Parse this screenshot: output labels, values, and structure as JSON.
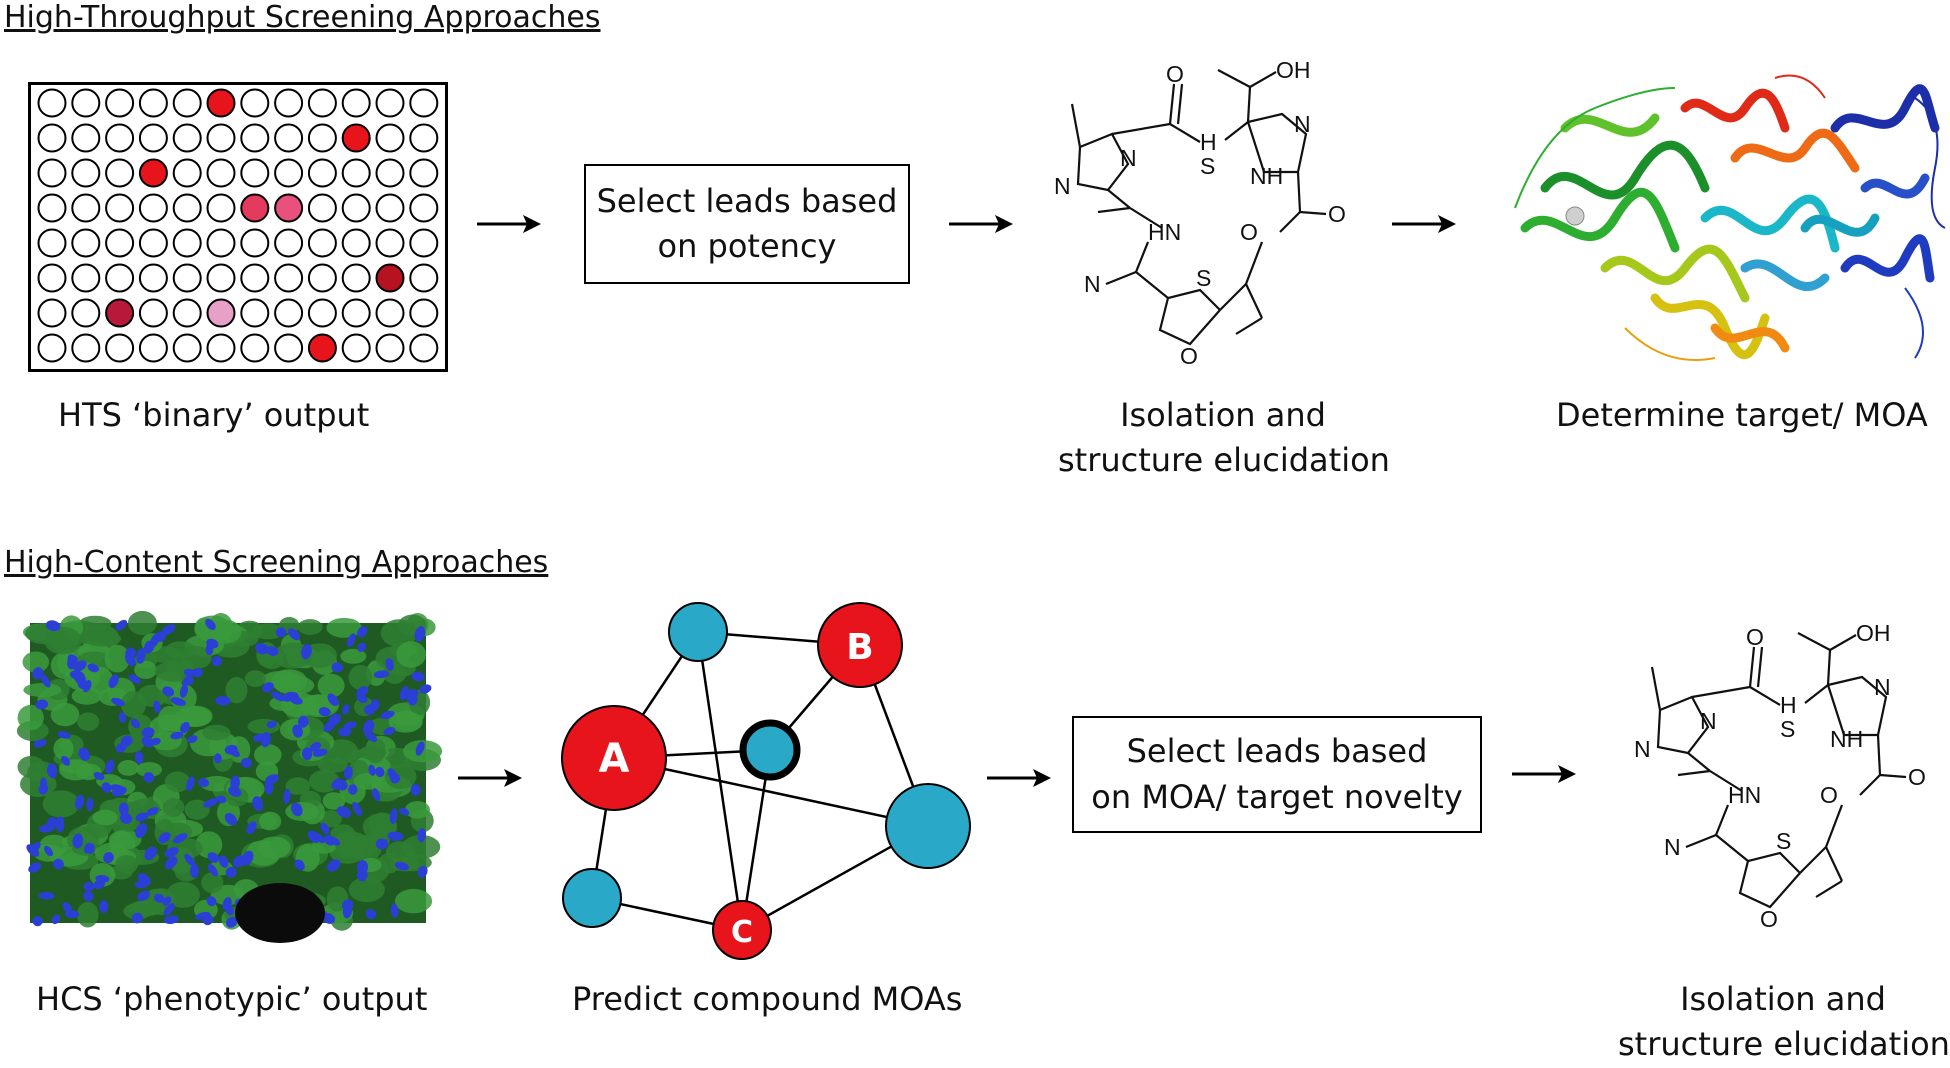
{
  "sections": {
    "hts_heading": "High-Throughput Screening Approaches",
    "hcs_heading": "High-Content Screening Approaches"
  },
  "hts": {
    "plate_caption": "HTS ‘binary’ output",
    "select_box": [
      "Select leads based",
      "on potency"
    ],
    "structure_caption": [
      "Isolation and",
      "structure elucidation"
    ],
    "protein_caption": "Determine target/ MOA",
    "plate": {
      "rows": 8,
      "cols": 12
    },
    "hits": [
      {
        "row": 0,
        "col": 5,
        "color": "#e8141b"
      },
      {
        "row": 1,
        "col": 9,
        "color": "#e8141b"
      },
      {
        "row": 2,
        "col": 3,
        "color": "#e8141b"
      },
      {
        "row": 3,
        "col": 6,
        "color": "#e33a5e"
      },
      {
        "row": 3,
        "col": 7,
        "color": "#e8507e"
      },
      {
        "row": 5,
        "col": 10,
        "color": "#b5131f"
      },
      {
        "row": 6,
        "col": 2,
        "color": "#b8193a"
      },
      {
        "row": 6,
        "col": 5,
        "color": "#e8a0c8"
      },
      {
        "row": 7,
        "col": 8,
        "color": "#e8141b"
      }
    ]
  },
  "hcs": {
    "image_caption": "HCS ‘phenotypic’ output",
    "network_caption": "Predict compound MOAs",
    "select_box": [
      "Select leads based",
      "on MOA/ target novelty"
    ],
    "structure_caption": [
      "Isolation and",
      "structure elucidation"
    ],
    "nodes": {
      "a": "A",
      "b": "B",
      "c": "C"
    }
  },
  "molecule": {
    "labels": [
      "OH",
      "O",
      "N",
      "N",
      "H",
      "S",
      "N",
      "NH",
      "HN",
      "O",
      "O",
      "N",
      "S",
      "O"
    ]
  },
  "colors": {
    "hit_red": "#e8141b",
    "node_red": "#e8141b",
    "node_blue": "#2aa8c8",
    "cell_green": "#3a9a3c",
    "nucleus_blue": "#2b3fd6"
  }
}
